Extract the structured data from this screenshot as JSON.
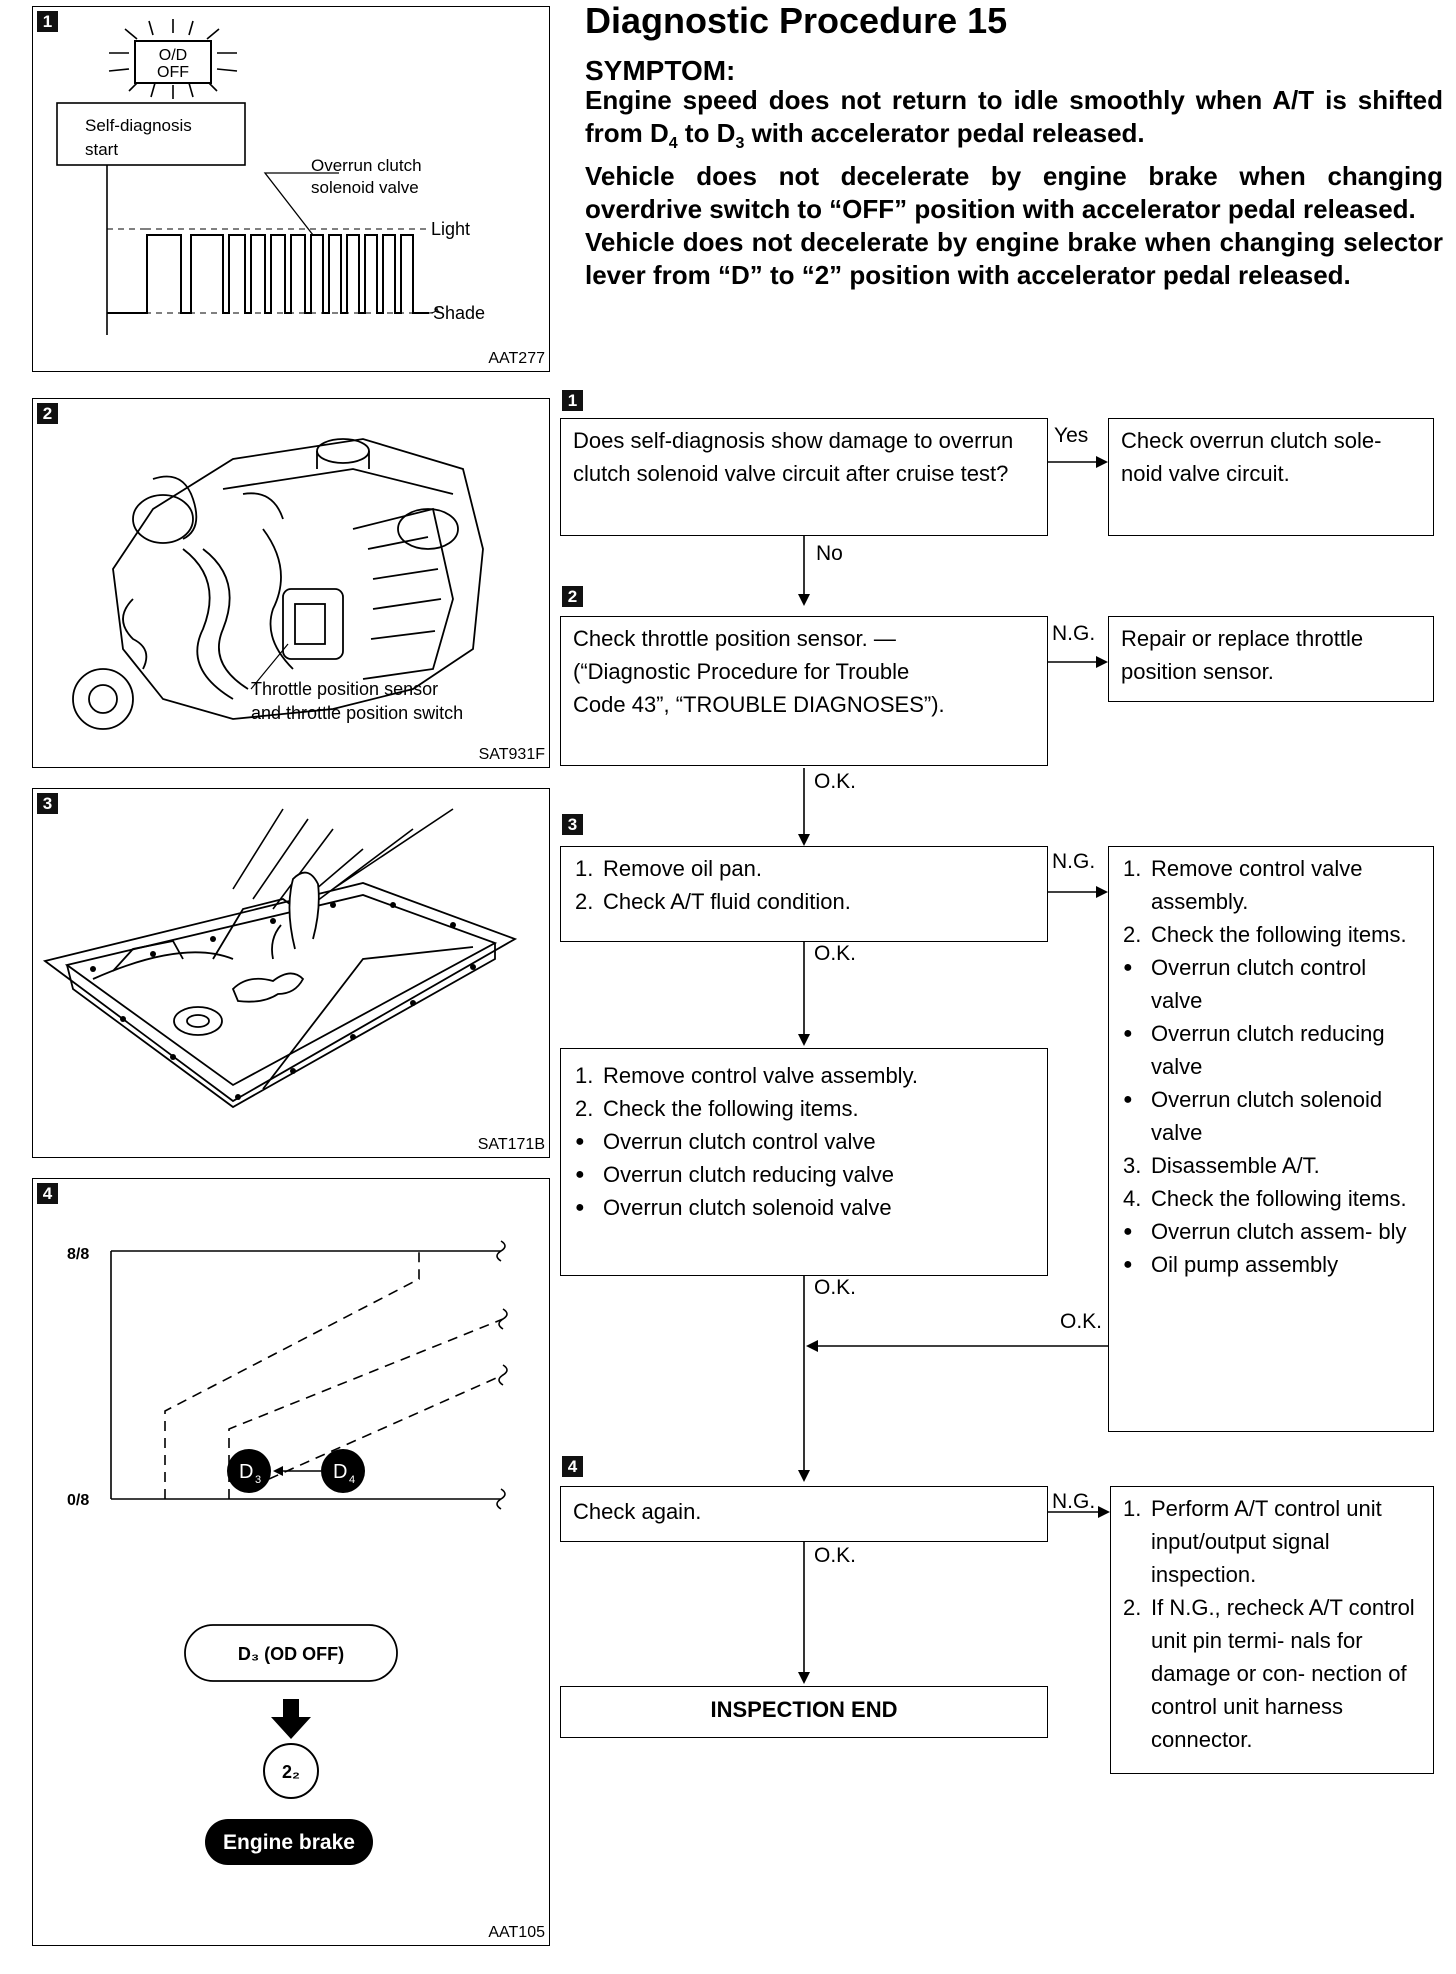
{
  "title": "Diagnostic Procedure 15",
  "symptom_label": "SYMPTOM:",
  "symptoms": [
    "Engine speed does not return to idle smoothly when A/T is shifted from D",
    "Vehicle does not decelerate by engine brake when changing overdrive switch to “OFF” position with accelerator pedal released.",
    "Vehicle does not decelerate by engine brake when changing selector lever from “D” to “2” position with accelerator pedal released."
  ],
  "symptom1_parts": {
    "a": "Engine speed does not return to idle smoothly when A/T is shifted from D",
    "sub1": "4",
    "b": " to D",
    "sub2": "3",
    "c": " with accelerator pedal released."
  },
  "figures": {
    "fig1": {
      "num": "1",
      "code": "AAT277",
      "lamp": "O/D OFF",
      "lamp_l1": "O/D",
      "lamp_l2": "OFF",
      "box_l1": "Self-diagnosis",
      "box_l2": "start",
      "callout_l1": "Overrun clutch",
      "callout_l2": "solenoid valve",
      "light": "Light",
      "shade": "Shade"
    },
    "fig2": {
      "num": "2",
      "code": "SAT931F",
      "cap_l1": "Throttle position sensor",
      "cap_l2": "and throttle position switch"
    },
    "fig3": {
      "num": "3",
      "code": "SAT171B"
    },
    "fig4": {
      "num": "4",
      "code": "AAT105",
      "y_top": "8/8",
      "y_bot": "0/8",
      "d3": "D",
      "d3_sub": "3",
      "d4": "D",
      "d4_sub": "4",
      "od_pill": "D₃ (OD OFF)",
      "circle": "2₂",
      "engine_brake": "Engine brake"
    }
  },
  "flow": {
    "step1": {
      "num": "1",
      "question": "Does self-diagnosis show damage to overrun clutch solenoid valve circuit after cruise test?",
      "yes": "Yes",
      "yes_action": "Check overrun clutch sole- noid valve circuit.",
      "no": "No"
    },
    "step2": {
      "num": "2",
      "text_l1": "Check throttle position sensor. —",
      "text_l2": "(“Diagnostic Procedure for Trouble",
      "text_l3": "Code 43”, “TROUBLE DIAGNOSES”).",
      "ng": "N.G.",
      "ng_action": "Repair or replace throttle position sensor.",
      "ok": "O.K."
    },
    "step3": {
      "num": "3",
      "items": [
        "Remove oil pan.",
        "Check A/T fluid condition."
      ],
      "ng": "N.G.",
      "ok": "O.K.",
      "ng_action": [
        {
          "n": "1.",
          "t": "Remove control valve assembly."
        },
        {
          "n": "2.",
          "t": "Check the following items."
        },
        {
          "n": "•",
          "t": "Overrun clutch control valve"
        },
        {
          "n": "•",
          "t": "Overrun clutch reducing valve"
        },
        {
          "n": "•",
          "t": "Overrun clutch solenoid valve"
        },
        {
          "n": "3.",
          "t": "Disassemble A/T."
        },
        {
          "n": "4.",
          "t": "Check the following items."
        },
        {
          "n": "•",
          "t": "Overrun clutch assem- bly"
        },
        {
          "n": "•",
          "t": "Oil pump assembly"
        }
      ],
      "ng_action_ok": "O.K.",
      "sub_box": [
        {
          "n": "1.",
          "t": "Remove control valve assembly."
        },
        {
          "n": "2.",
          "t": "Check the following items."
        },
        {
          "n": "•",
          "t": "Overrun clutch control valve"
        },
        {
          "n": "•",
          "t": "Overrun clutch reducing valve"
        },
        {
          "n": "•",
          "t": "Overrun clutch solenoid valve"
        }
      ],
      "sub_ok": "O.K."
    },
    "step4": {
      "num": "4",
      "text": "Check again.",
      "ng": "N.G.",
      "ok": "O.K.",
      "ng_action": [
        {
          "n": "1.",
          "t": "Perform A/T control unit input/output signal inspection."
        },
        {
          "n": "2.",
          "t": "If N.G., recheck A/T control unit pin termi- nals for damage or con- nection of control unit harness connector."
        }
      ]
    },
    "end": "INSPECTION END"
  }
}
